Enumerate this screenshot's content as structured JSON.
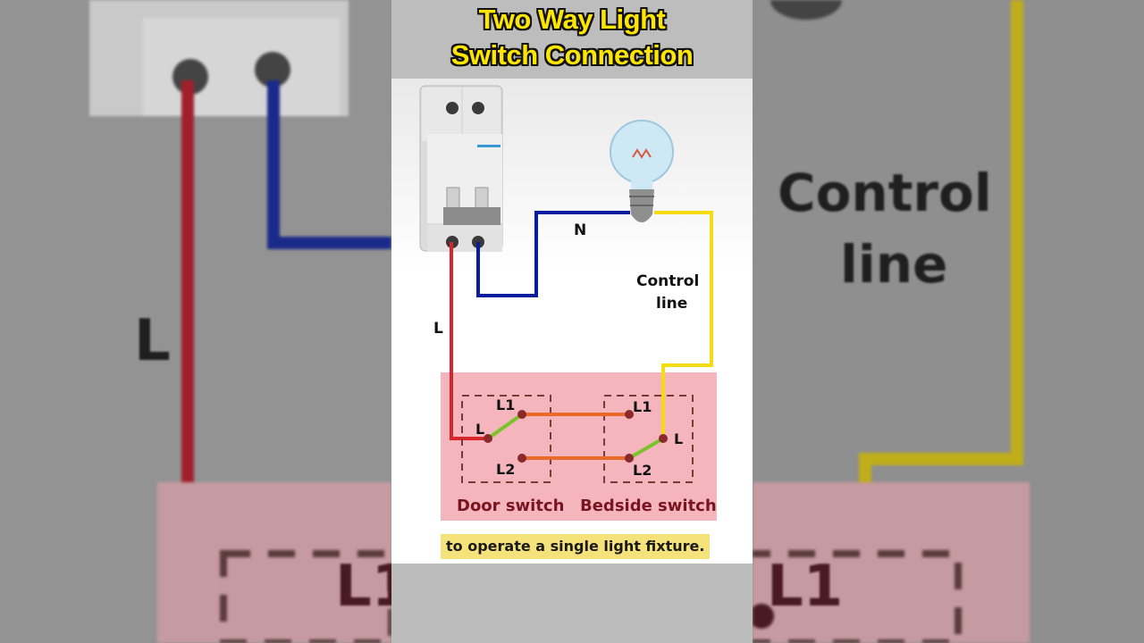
{
  "title_line1": "Two Way Light",
  "title_line2": "Switch Connection",
  "labels": {
    "neutral": "N",
    "live": "L",
    "control_line1": "Control",
    "control_line2": "line"
  },
  "door_switch": {
    "label": "Door switch",
    "t1": "L1",
    "tl": "L",
    "t2": "L2"
  },
  "bedside_switch": {
    "label": "Bedside switch",
    "t1": "L1",
    "tl": "L",
    "t2": "L2"
  },
  "caption": "to operate a single light fixture.",
  "background": {
    "control_line1": "Control",
    "control_line2": "line",
    "live": "L",
    "l1_left": "L1",
    "l1_right": "L1"
  },
  "colors": {
    "live_wire": "#d8262c",
    "neutral_wire": "#0a1c9e",
    "control_wire": "#f5dc12",
    "traveler_wire": "#e86a2a",
    "switch_lever": "#7cc22a",
    "switch_box": "#f4b5bc",
    "title": "#ffe600"
  }
}
